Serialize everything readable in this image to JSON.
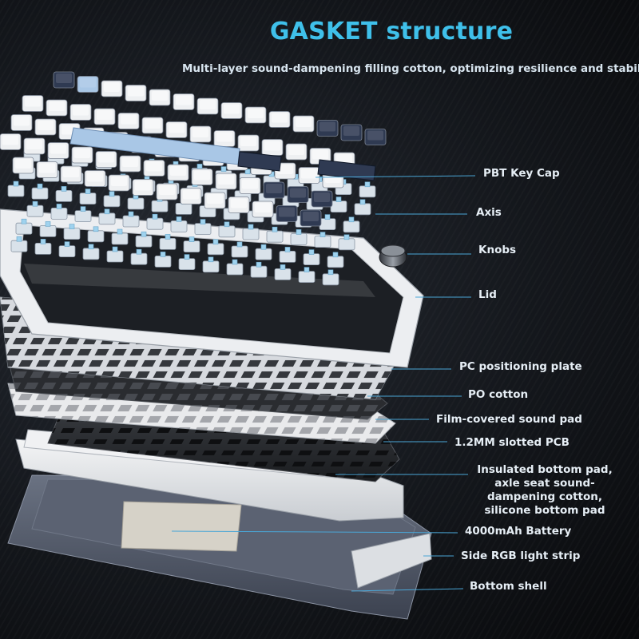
{
  "header": {
    "title": "GASKET structure",
    "subtitle": "Multi-layer sound-dampening filling cotton, optimizing resilience and stability"
  },
  "colors": {
    "title": "#3fc0ea",
    "leader": "#4aa6d6",
    "keycap_white": "#eef0f2",
    "keycap_navy": "#2f3a52",
    "keycap_blue": "#a9c7e6",
    "shell": "#4f5666"
  },
  "labels": [
    {
      "id": "keycap",
      "text": "PBT Key Cap"
    },
    {
      "id": "axis",
      "text": "Axis"
    },
    {
      "id": "knobs",
      "text": "Knobs"
    },
    {
      "id": "lid",
      "text": "Lid"
    },
    {
      "id": "plate",
      "text": "PC positioning plate"
    },
    {
      "id": "po",
      "text": "PO cotton"
    },
    {
      "id": "film",
      "text": "Film-covered sound pad"
    },
    {
      "id": "pcb",
      "text": "1.2MM slotted PCB"
    },
    {
      "id": "insulated",
      "lines": [
        "Insulated bottom pad,",
        "axle seat sound-",
        "dampening cotton,",
        "silicone bottom pad"
      ]
    },
    {
      "id": "battery",
      "text": "4000mAh Battery"
    },
    {
      "id": "rgb",
      "text": "Side RGB light strip"
    },
    {
      "id": "shell",
      "text": "Bottom shell"
    }
  ]
}
